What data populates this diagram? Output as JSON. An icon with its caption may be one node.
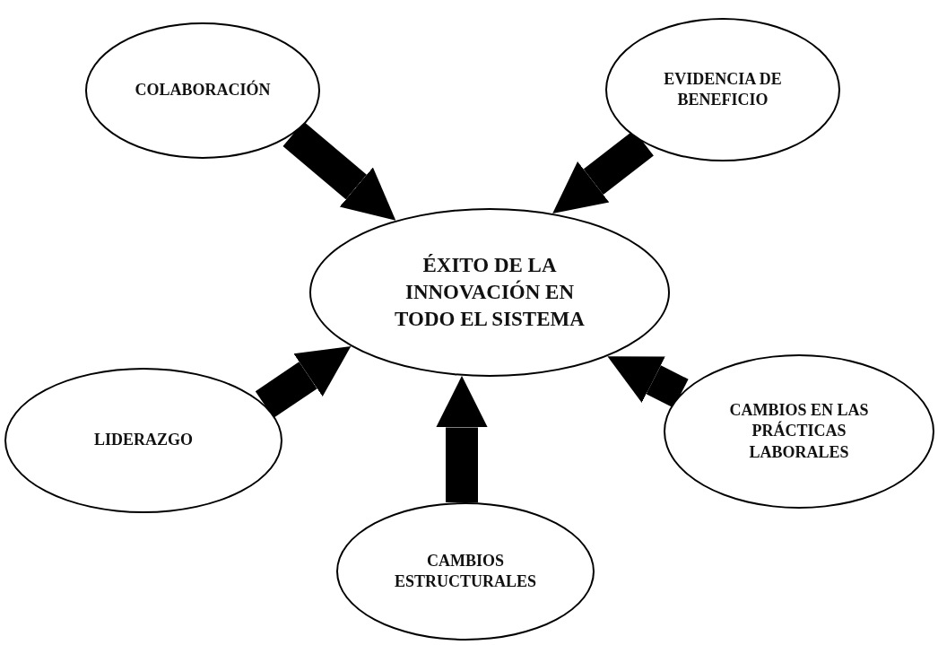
{
  "diagram": {
    "nodes": [
      {
        "text": [
          "COLABORACIÓN"
        ]
      },
      {
        "text": [
          "EVIDENCIA DE BENEFICIO"
        ]
      },
      {
        "text": [
          "ÉXITO DE LA INNOVACIÓN EN TODO EL SISTEMA"
        ]
      },
      {
        "text": [
          "LIDERAZGO"
        ]
      },
      {
        "text": [
          "CAMBIOS EN LAS PRÁCTICAS LABORALES"
        ]
      },
      {
        "text": [
          "CAMBIOS ESTRUCTURALES"
        ]
      }
    ],
    "edges": [
      {
        "from": 0,
        "to": 2,
        "arrow": "to"
      },
      {
        "from": 1,
        "to": 2,
        "arrow": "to"
      },
      {
        "from": 3,
        "to": 2,
        "arrow": "to"
      },
      {
        "from": 4,
        "to": 2,
        "arrow": "to"
      },
      {
        "from": 5,
        "to": 2,
        "arrow": "to"
      }
    ]
  }
}
